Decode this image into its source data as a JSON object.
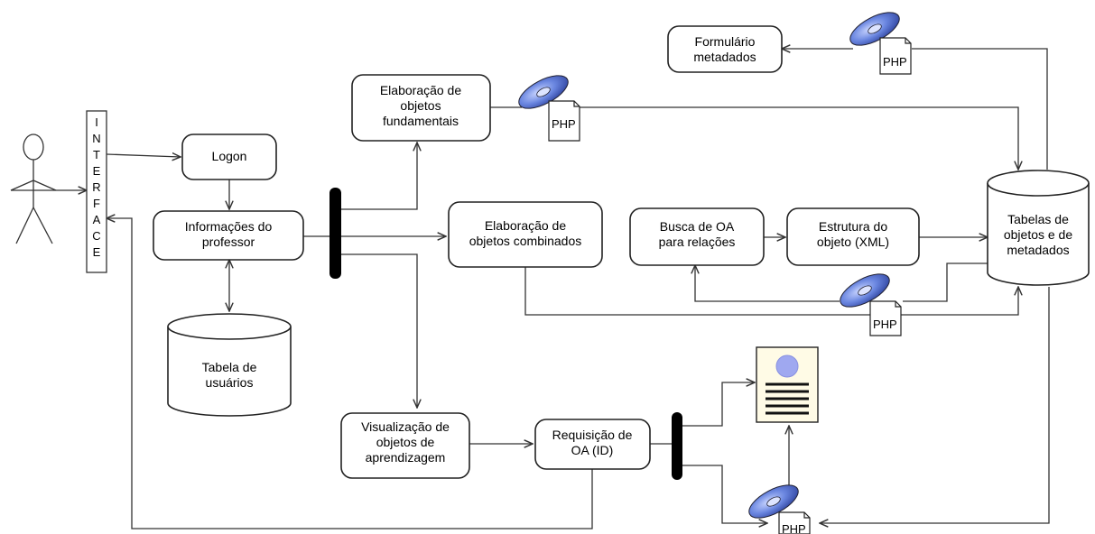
{
  "interface": {
    "letters": [
      "I",
      "N",
      "T",
      "E",
      "R",
      "F",
      "A",
      "C",
      "E"
    ]
  },
  "boxes": {
    "logon": [
      "Logon"
    ],
    "professor_info": [
      "Informações do",
      "professor"
    ],
    "fundamental_objects": [
      "Elaboração de",
      "objetos",
      "fundamentais"
    ],
    "combined_objects": [
      "Elaboração de",
      "objetos combinados"
    ],
    "search_oa": [
      "Busca de OA",
      "para relações"
    ],
    "object_structure": [
      "Estrutura do",
      "objeto (XML)"
    ],
    "metadata_form": [
      "Formulário",
      "metadados"
    ],
    "visualization": [
      "Visualização de",
      "objetos de",
      "aprendizagem"
    ],
    "oa_request": [
      "Requisição de",
      "OA (ID)"
    ]
  },
  "databases": {
    "users_table": [
      "Tabela de",
      "usuários"
    ],
    "objects_tables": [
      "Tabelas de",
      "objetos e de",
      "metadados"
    ]
  },
  "php_label": "PHP",
  "icons": [
    "actor-icon",
    "php-disc-icon",
    "document-icon"
  ],
  "colors": {
    "disc_blue": "#5a7fd8",
    "document_bg": "#fffbe6",
    "document_circle": "#9fa8f0",
    "bar": "#000000"
  }
}
